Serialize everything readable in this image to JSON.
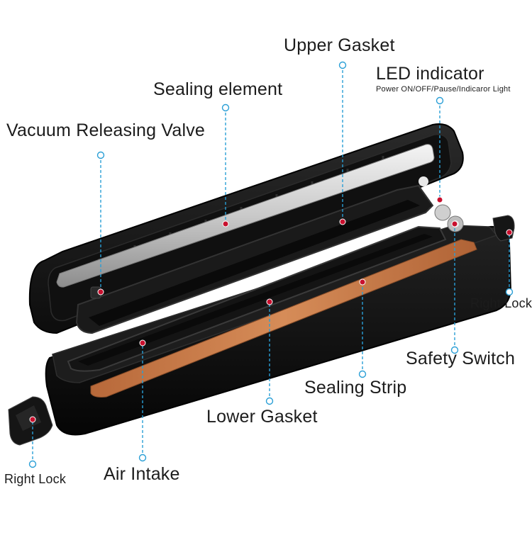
{
  "labels": {
    "upper_gasket": "Upper Gasket",
    "led_indicator": "LED indicator",
    "led_subtitle": "Power ON/OFF/Pause/Indicaror Light",
    "sealing_element": "Sealing element",
    "vacuum_releasing_valve": "Vacuum Releasing Valve",
    "right_lock_right": "Right Lock",
    "safety_switch": "Safety Switch",
    "sealing_strip": "Sealing Strip",
    "lower_gasket": "Lower Gasket",
    "air_intake": "Air Intake",
    "right_lock_left": "Right Lock"
  },
  "colors": {
    "leader_line": "#2a9fd6",
    "marker_dot": "#c8102e",
    "device_body": "#161616",
    "sealing_strip": "#c97a45",
    "sealing_bar": "#d8d8d8"
  }
}
